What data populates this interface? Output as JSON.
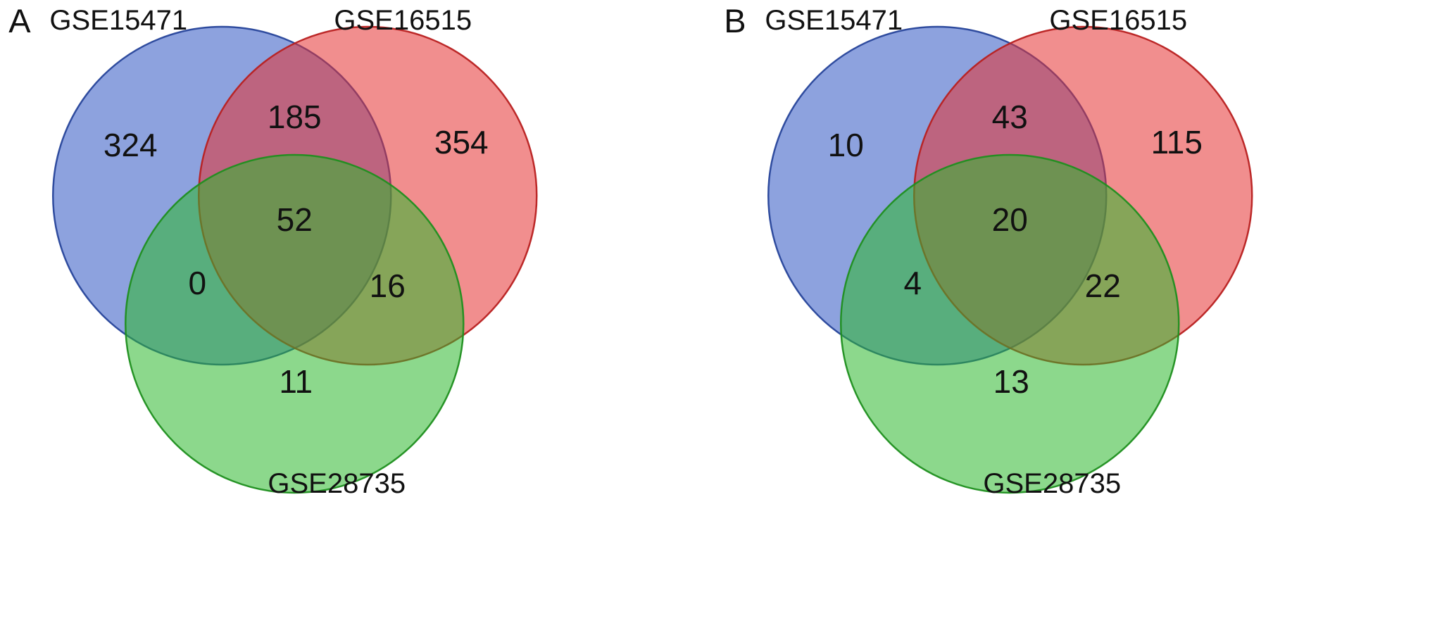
{
  "figure": {
    "background_color": "#ffffff",
    "text_color": "#111111"
  },
  "chart_data": [
    {
      "type": "venn",
      "panel_label": "A",
      "sets": [
        "GSE15471",
        "GSE16515",
        "GSE28735"
      ],
      "set_colors": [
        "#2f55c2",
        "#e63232",
        "#2eb82e"
      ],
      "regions": {
        "set1_only": 324,
        "set2_only": 354,
        "set3_only": 11,
        "set1_set2": 185,
        "set1_set3": 0,
        "set2_set3": 16,
        "set1_set2_set3": 52
      }
    },
    {
      "type": "venn",
      "panel_label": "B",
      "sets": [
        "GSE15471",
        "GSE16515",
        "GSE28735"
      ],
      "set_colors": [
        "#2f55c2",
        "#e63232",
        "#2eb82e"
      ],
      "regions": {
        "set1_only": 10,
        "set2_only": 115,
        "set3_only": 13,
        "set1_set2": 43,
        "set1_set3": 4,
        "set2_set3": 22,
        "set1_set2_set3": 20
      }
    }
  ]
}
